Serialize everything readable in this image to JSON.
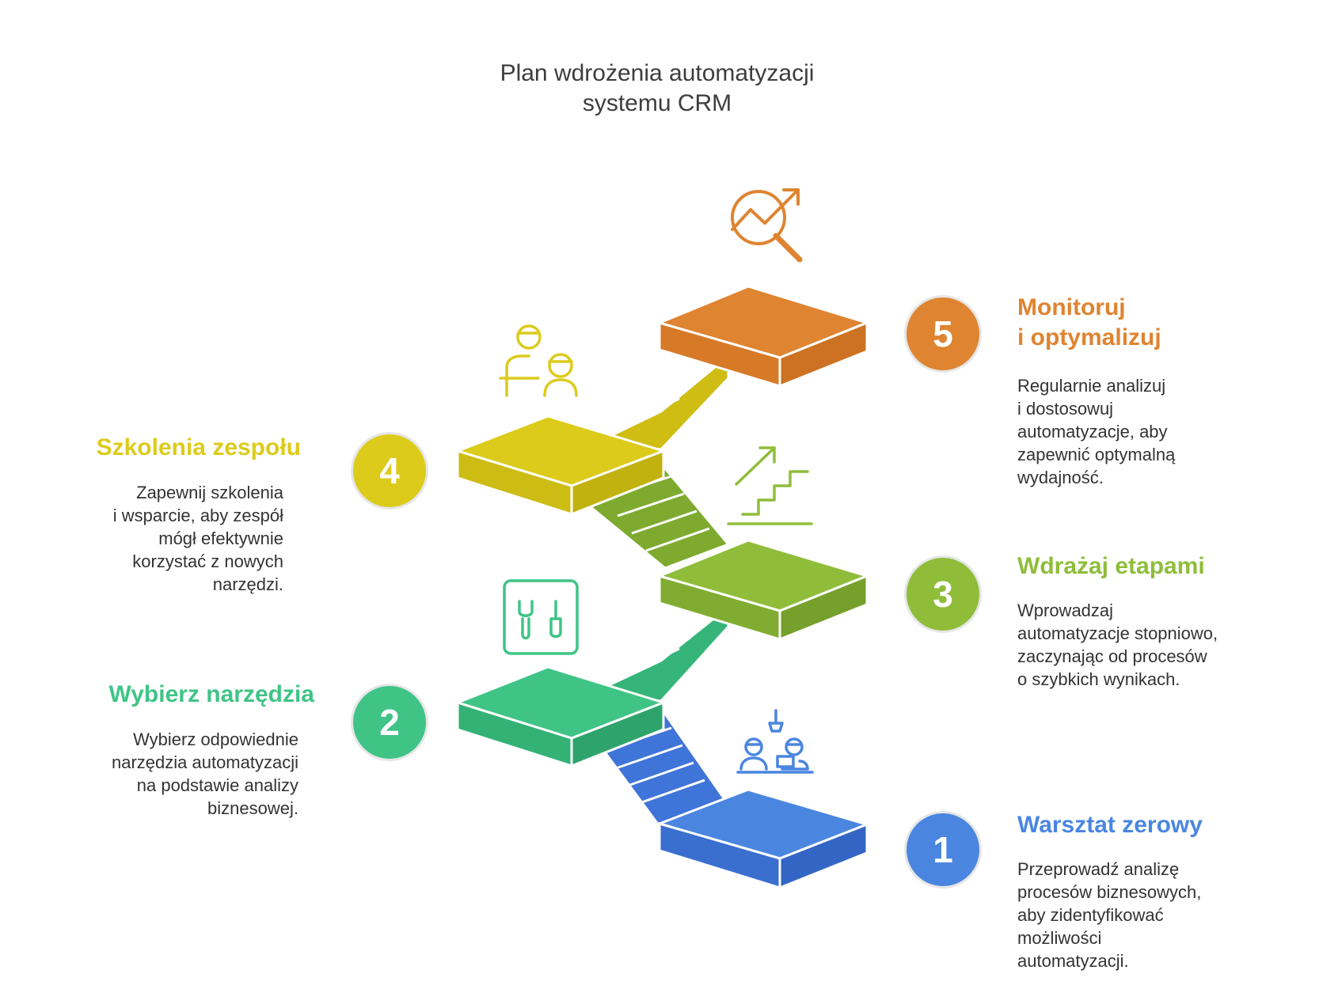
{
  "title": {
    "line1": "Plan wdrożenia automatyzacji",
    "line2": "systemu CRM"
  },
  "steps": [
    {
      "number": "1",
      "color": "#4a86e0",
      "heading": [
        "Warsztat zerowy"
      ],
      "body": [
        "Przeprowadź analizę",
        "procesów biznesowych,",
        "aby zidentyfikować",
        "możliwości",
        "automatyzacji."
      ],
      "icon": "meeting-icon"
    },
    {
      "number": "2",
      "color": "#3fc486",
      "heading": [
        "Wybierz narzędzia"
      ],
      "body": [
        "Wybierz odpowiednie",
        "narzędzia automatyzacji",
        "na podstawie analizy",
        "biznesowej."
      ],
      "icon": "tools-icon"
    },
    {
      "number": "3",
      "color": "#8fbd3a",
      "heading": [
        "Wdrażaj etapami"
      ],
      "body": [
        "Wprowadzaj",
        "automatyzacje stopniowo,",
        "zaczynając od procesów",
        "o szybkich wynikach."
      ],
      "icon": "stairs-arrow-icon"
    },
    {
      "number": "4",
      "color": "#dccb1b",
      "heading": [
        "Szkolenia zespołu"
      ],
      "body": [
        "Zapewnij szkolenia",
        "i wsparcie, aby zespół",
        "mógł efektywnie",
        "korzystać z nowych",
        "narzędzi."
      ],
      "icon": "training-icon"
    },
    {
      "number": "5",
      "color": "#df8431",
      "heading": [
        "Monitoruj",
        "i optymalizuj"
      ],
      "body": [
        "Regularnie analizuj",
        "i dostosowuj",
        "automatyzacje, aby",
        "zapewnić optymalną",
        "wydajność."
      ],
      "icon": "analytics-search-icon"
    }
  ]
}
